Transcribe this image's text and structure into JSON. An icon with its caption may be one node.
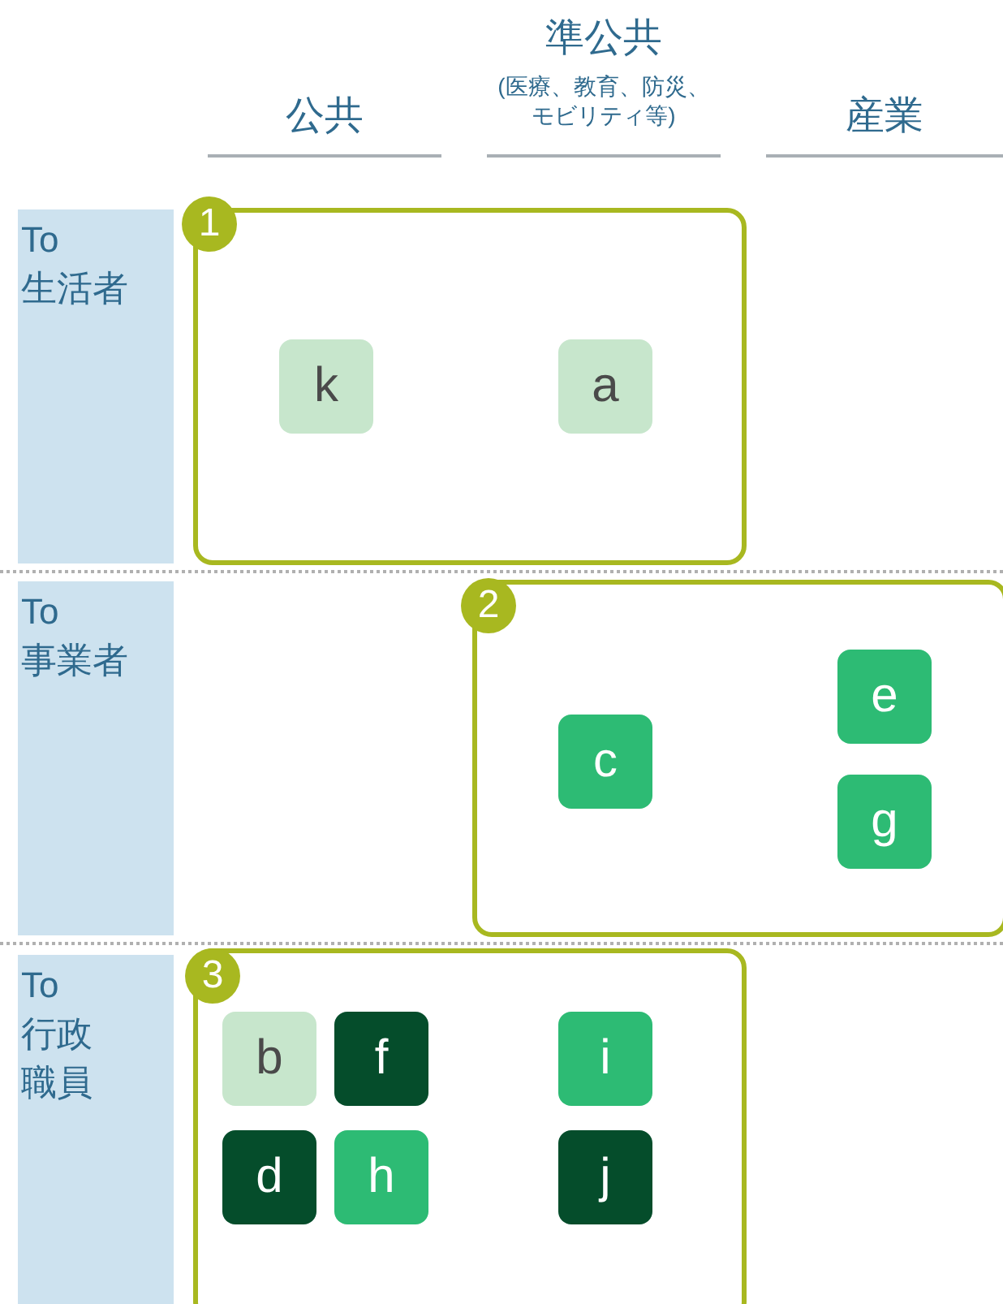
{
  "diagram": {
    "nodes": [
      {
        "text": [
          "To 生活者"
        ]
      },
      {
        "text": [
          "To 事業者"
        ]
      },
      {
        "text": [
          "To 行政職員"
        ]
      },
      {
        "text": [
          "1"
        ]
      },
      {
        "text": [
          "k"
        ],
        "in": 3
      },
      {
        "text": [
          "a"
        ],
        "in": 3
      },
      {
        "text": [
          "2"
        ]
      },
      {
        "text": [
          "c"
        ],
        "in": 6
      },
      {
        "text": [
          "e"
        ],
        "in": 6
      },
      {
        "text": [
          "g"
        ],
        "in": 6
      },
      {
        "text": [
          "3"
        ]
      },
      {
        "text": [
          "b"
        ],
        "in": 10
      },
      {
        "text": [
          "f"
        ],
        "in": 10
      },
      {
        "text": [
          "i"
        ],
        "in": 10
      },
      {
        "text": [
          "d"
        ],
        "in": 10
      },
      {
        "text": [
          "h"
        ],
        "in": 10
      },
      {
        "text": [
          "j"
        ],
        "in": 10
      }
    ],
    "labels": [
      "公共",
      "準公共",
      "(医療、教育、防災、モビリティ等)",
      "産業"
    ]
  }
}
